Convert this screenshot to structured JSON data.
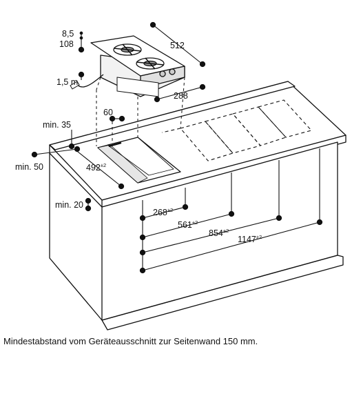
{
  "dimensions": {
    "hob_height_top": "8,5",
    "hob_height": "108",
    "hob_depth": "512",
    "hob_width": "288",
    "cable_length": "1,5 m",
    "cutout_offset": "60",
    "min_front_edge": "min. 35",
    "min_rear": "min. 50",
    "cutout_depth": "492",
    "cutout_depth_tol": "±2",
    "min_below": "min. 20",
    "cutout_width_1": "268",
    "cutout_width_2": "561",
    "cutout_width_3": "854",
    "cutout_width_4": "1147",
    "tolerance": "±2"
  },
  "caption": "Mindestabstand vom Geräteausschnitt zur Seitenwand 150 mm."
}
